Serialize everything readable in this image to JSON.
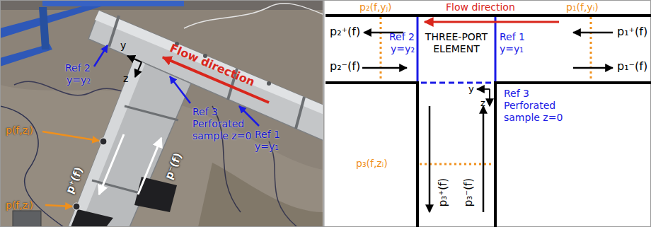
{
  "diagram": {
    "labels": [
      "Flow direction",
      "Ref 1 y=y₁",
      "y",
      "z",
      "Ref 2 y=y₂",
      "Ref 3 Perforated sample z=0",
      "p(f,zⱼ)",
      "p(f,zᵢ)",
      "p⁺(f)",
      "p⁻(f)",
      "p₂(f,yⱼ)",
      "Flow direction",
      "p₁(f,yᵢ)",
      "p₂⁺(f)",
      "p₂⁻(f)",
      "Ref 2 y=y₂",
      "THREE-PORT ELEMENT",
      "Ref 1 y=y₁",
      "p₁⁺(f)",
      "p₁⁻(f)",
      "y",
      "z",
      "Ref 3 Perforated sample z=0",
      "p₃(f,zᵢ)",
      "p₃⁺(f)",
      "p₃⁻(f)"
    ]
  }
}
